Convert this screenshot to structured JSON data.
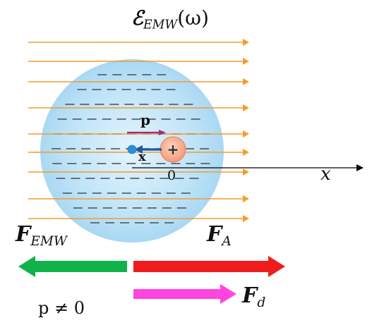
{
  "diagram": {
    "field_label": {
      "symbol": "ℰ",
      "subscript": "EMW",
      "argument": "(ω)"
    },
    "dipole_label": "p",
    "displacement_label": "x",
    "origin_label": "0",
    "axis_label": "x",
    "nucleus_sign": "+",
    "force_emw": {
      "symbol": "F",
      "subscript": "EMW"
    },
    "force_a": {
      "symbol": "F",
      "subscript": "A"
    },
    "force_d": {
      "symbol": "F",
      "subscript": "d"
    },
    "condition": "p ≠ 0"
  },
  "colors": {
    "field_arrows": "#f39c2f",
    "cloud": "#b9e0f6",
    "electron": "#2a8fd1",
    "nucleus": "#f6a585",
    "dipole": "#9b2d8c",
    "force_emw": "#10b24a",
    "force_a": "#ee1c1c",
    "force_d": "#ff44e0"
  },
  "icons": [
    "field-arrow",
    "electron-cloud",
    "electron",
    "nucleus",
    "dipole-arrow",
    "displacement-arrow",
    "x-axis-arrow"
  ]
}
